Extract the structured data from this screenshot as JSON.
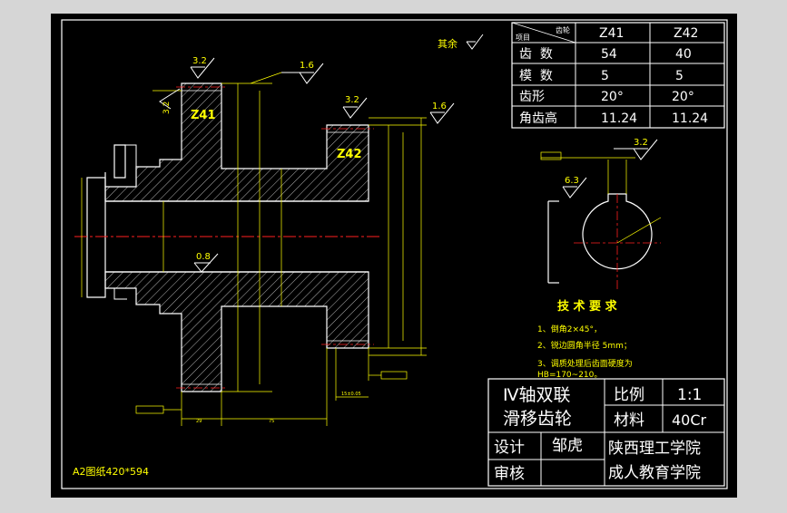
{
  "colors": {
    "background": "#d6d6d6",
    "sheet": "#000000",
    "line": "#ffffff",
    "dimension": "#ffff00",
    "centerline": "#ff2020",
    "label": "#ffff00",
    "hatch": "#ffffff"
  },
  "gear_table": {
    "header_diagonal": {
      "top_right": "齿轮",
      "bottom_left": "项目"
    },
    "columns": [
      "Z41",
      "Z42"
    ],
    "rows": [
      {
        "label": "齿  数",
        "values": [
          "54",
          "40"
        ]
      },
      {
        "label": "模  数",
        "values": [
          "5",
          "5"
        ]
      },
      {
        "label": "齿形",
        "values": [
          "20°",
          "20°"
        ]
      },
      {
        "label": "角齿高",
        "values": [
          "11.24",
          "11.24"
        ]
      }
    ]
  },
  "roughness": {
    "top_left": "3.2",
    "top_mid": "1.6",
    "z42_top": "3.2",
    "z42_right": "1.6",
    "left_side": "3.2",
    "bore": "0.8",
    "section_top": "3.2",
    "keyway": "6.3",
    "rest": "其余"
  },
  "gear_labels": {
    "z41": "Z41",
    "z42": "Z42"
  },
  "technical_requirements": {
    "title": "技 术 要 求",
    "items": [
      "1、倒角2×45°，",
      "2、锐边圆角半径 5mm；",
      "3、调质处理后齿面硬度为",
      "HB=170~210。"
    ]
  },
  "title_block": {
    "part_name_line1": "Ⅳ轴双联",
    "part_name_line2": "滑移齿轮",
    "scale_label": "比例",
    "scale_value": "1:1",
    "material_label": "材料",
    "material_value": "40Cr",
    "designer_label": "设计",
    "designer_value": "邹虎",
    "reviewer_label": "审核",
    "reviewer_value": "",
    "school_line1": "陕西理工学院",
    "school_line2": "成人教育学院"
  },
  "sheet_label": "A2图纸420*594"
}
